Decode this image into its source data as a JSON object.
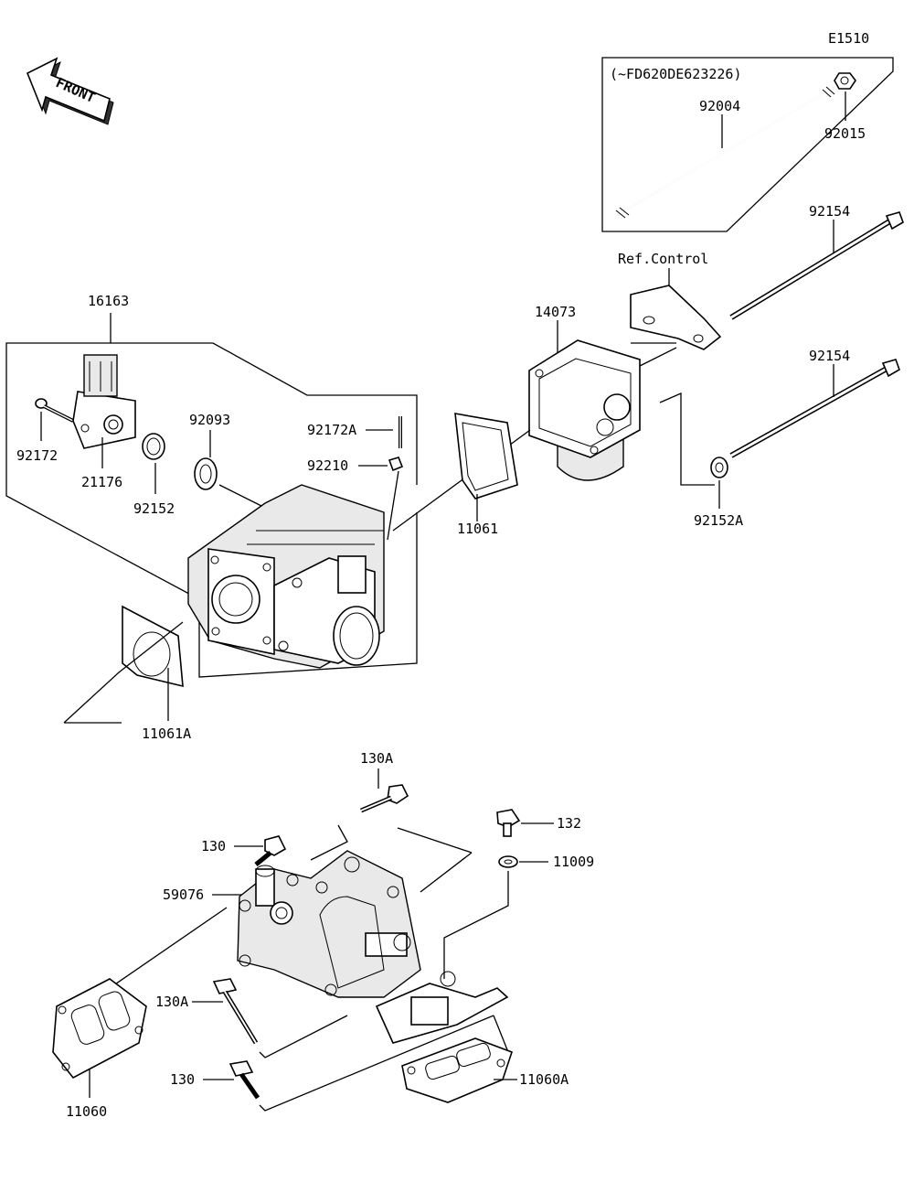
{
  "diagram_id": "E1510",
  "front_label": "FRONT",
  "serial_note": "(~FD620DE623226)",
  "ref_label": "Ref.Control",
  "parts": {
    "p92004": "92004",
    "p92015": "92015",
    "p92154a": "92154",
    "p92154b": "92154",
    "p16163": "16163",
    "p14073": "14073",
    "p92172": "92172",
    "p21176": "21176",
    "p92152": "92152",
    "p92093": "92093",
    "p92172A": "92172A",
    "p92210": "92210",
    "p11061": "11061",
    "p92152A": "92152A",
    "p11061A": "11061A",
    "p130A_top": "130A",
    "p132": "132",
    "p130_top": "130",
    "p11009": "11009",
    "p59076": "59076",
    "p130A_low": "130A",
    "p130_low": "130",
    "p11060": "11060",
    "p11060A": "11060A"
  }
}
